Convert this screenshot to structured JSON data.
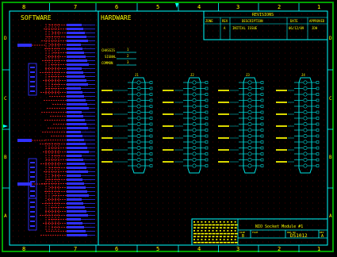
{
  "colors": {
    "background": "#000000",
    "border": "#00a000",
    "frame": "#00ffff",
    "grid_dot": "#7a0000",
    "label": "#ffff00",
    "software_wire": "#ff2020",
    "software_block": "#3030ff",
    "connector": "#00e0e0"
  },
  "border": {
    "columns": [
      "8",
      "7",
      "6",
      "5",
      "4",
      "3",
      "2",
      "1"
    ],
    "rows": [
      "D",
      "C",
      "B",
      "A"
    ]
  },
  "panels": {
    "software_title": "SOFTWARE",
    "hardware_title": "HARDWARE"
  },
  "revision_block": {
    "title": "REVISIONS",
    "headers": [
      "ZONE",
      "REV",
      "DESCRIPTION",
      "DATE",
      "APPROVED"
    ],
    "row_rev": "A",
    "row_desc": "INITIAL ISSUE",
    "row_date": "06/12/09",
    "row_appr": "JDH"
  },
  "legend": {
    "items": [
      "CHASSIS",
      "SIGNAL",
      "COMMON"
    ],
    "values": [
      "1",
      "2",
      "3"
    ]
  },
  "connectors": {
    "tags": [
      "J1",
      "J2",
      "J3",
      "J4"
    ]
  },
  "title_block": {
    "title": "NIO Socket Module #1",
    "size_label": "SIZE",
    "size_value": "B",
    "fscm_label": "FSCM",
    "dwg_label": "DWG NO",
    "dwg_value": "DS1012",
    "rev_label": "REV",
    "rev_value": "A"
  }
}
